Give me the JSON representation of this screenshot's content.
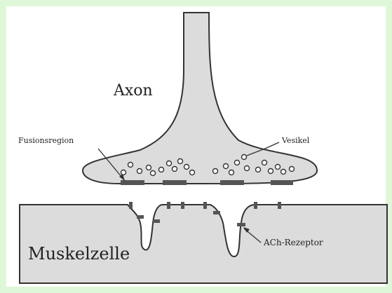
{
  "labels": {
    "axon": "Axon",
    "fusion_site": "Fusionsregion",
    "vesicle": "Vesikel",
    "muscle_cell": "Muskelzelle",
    "receptor": "ACh-Rezeptor"
  },
  "colors": {
    "background": "#dff7d9",
    "panel": "#ffffff",
    "cell_fill": "#dcdcdc",
    "outline": "#333333",
    "release_site": "#555555"
  }
}
